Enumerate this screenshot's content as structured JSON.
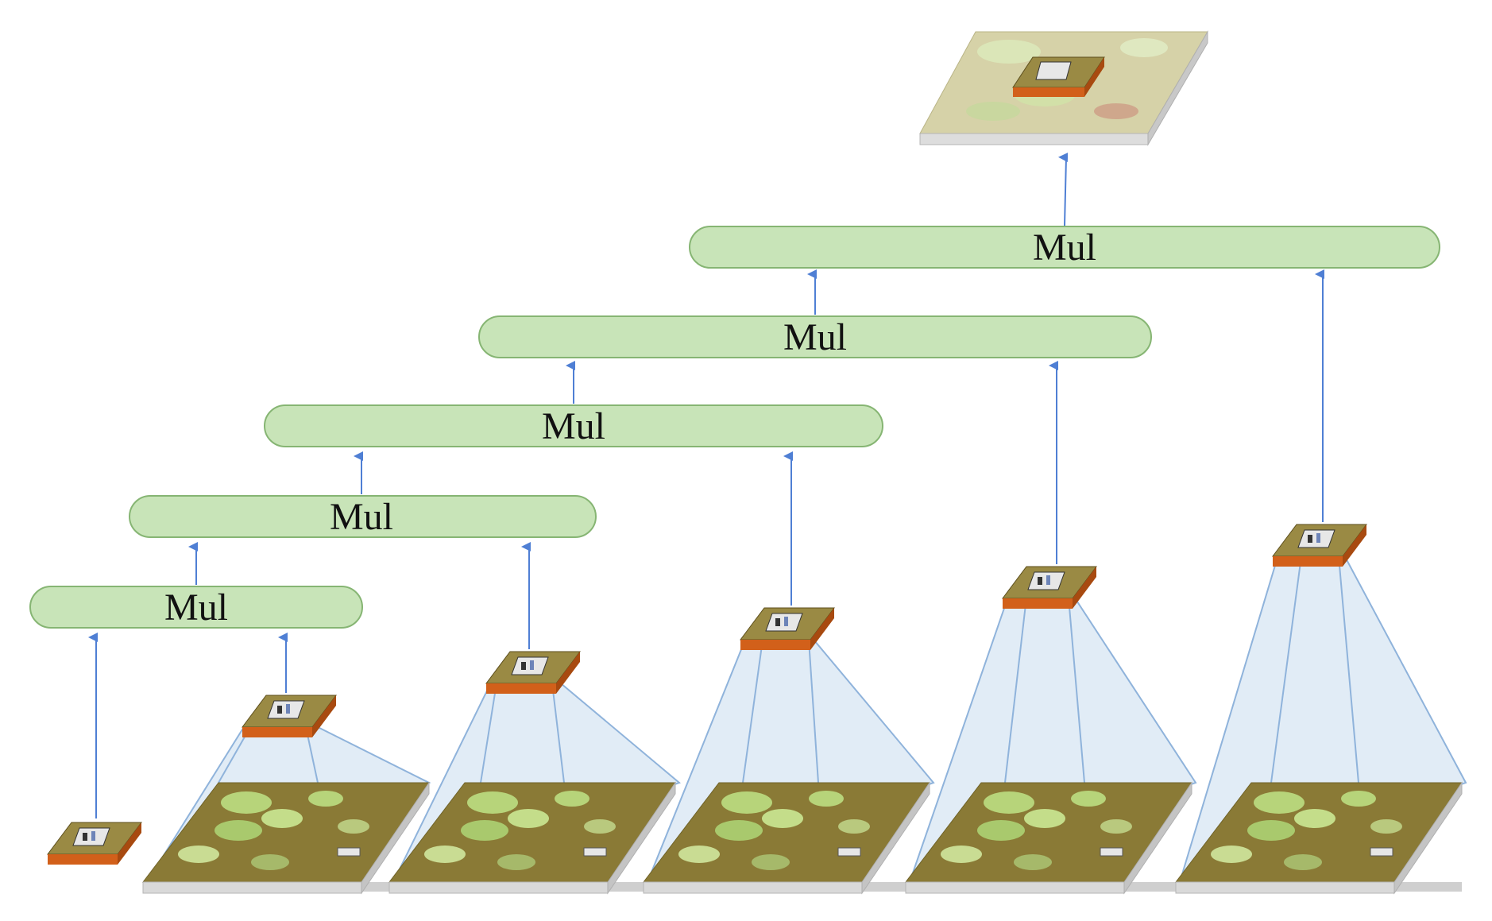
{
  "nodes": [
    {
      "label": "Mul"
    },
    {
      "label": "Mul"
    },
    {
      "label": "Mul"
    },
    {
      "label": "Mul"
    },
    {
      "label": "Mul"
    }
  ],
  "colors": {
    "node_fill": "#c8e4b8",
    "node_stroke": "#86b573",
    "arrow": "#4f7fd4",
    "frustum_fill": "#c9dcef",
    "frustum_stroke": "#8fb3db",
    "patch_border": "#c45a16",
    "image_base": "#8a7a36",
    "lily_pad": "#b7d47a",
    "output_tint": "#d6d2a8"
  }
}
